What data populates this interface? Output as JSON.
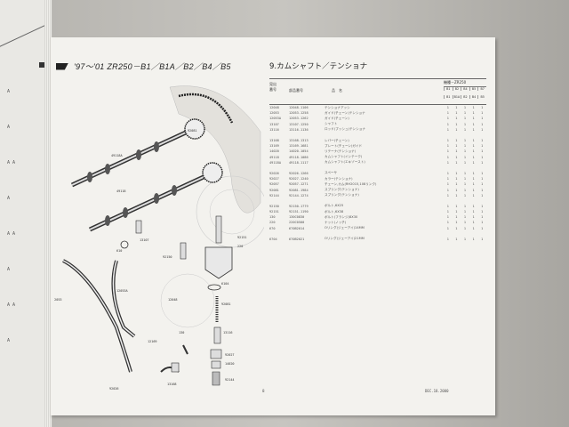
{
  "header": {
    "model_title": "'97～'01 ZR250－B1／B1A／B2／B4／B5",
    "section_title": "9.カムシャフト／テンショナ"
  },
  "table": {
    "headers": {
      "ref": "見出\n番号",
      "part_no": "部品番号",
      "name": "品　名",
      "model_group": "機種－ZR250",
      "codes": [
        "B1",
        "B2",
        "B4",
        "B5",
        "B7"
      ],
      "subcodes": [
        "B1",
        "B1A",
        "B2",
        "B4",
        "B5"
      ]
    },
    "groups": [
      [
        {
          "ref": "12048",
          "pno": "12048-1106",
          "desc": "テンショナアッシ",
          "qty": [
            "1",
            "1",
            "1",
            "1",
            "1"
          ]
        },
        {
          "ref": "12053",
          "pno": "12053-1258",
          "desc": "ガイド(チェーン)テンショナ",
          "qty": [
            "1",
            "1",
            "1",
            "1",
            "1"
          ]
        },
        {
          "ref": "12053A",
          "pno": "12053-1262",
          "desc": "ガイド(チェーン)",
          "qty": [
            "1",
            "1",
            "1",
            "1",
            "1"
          ]
        },
        {
          "ref": "13107",
          "pno": "13107-1250",
          "desc": "シャフト",
          "qty": [
            "1",
            "1",
            "1",
            "1",
            "1"
          ]
        },
        {
          "ref": "13116",
          "pno": "13116-1136",
          "desc": "ロッド(プッシュ)テンショナ",
          "qty": [
            "1",
            "1",
            "1",
            "1",
            "1"
          ]
        }
      ],
      [
        {
          "ref": "13168",
          "pno": "13168-1313",
          "desc": "レバー(チェーン)",
          "qty": [
            "1",
            "1",
            "1",
            "1",
            "1"
          ]
        },
        {
          "ref": "13169",
          "pno": "13169-1681",
          "desc": "プレート(チェーン)ガイド",
          "qty": [
            "1",
            "1",
            "1",
            "1",
            "1"
          ]
        },
        {
          "ref": "14020",
          "pno": "14020-1054",
          "desc": "リテーナ(テンショナ)",
          "qty": [
            "1",
            "1",
            "1",
            "1",
            "1"
          ]
        },
        {
          "ref": "49118",
          "pno": "49118-1086",
          "desc": "カムシャフト(インテーク)",
          "qty": [
            "1",
            "1",
            "1",
            "1",
            "1"
          ]
        },
        {
          "ref": "49118A",
          "pno": "49118-1117",
          "desc": "カムシャフト(エキゾースト)",
          "qty": [
            "1",
            "1",
            "1",
            "1",
            "1"
          ]
        }
      ],
      [
        {
          "ref": "92026",
          "pno": "92026-1266",
          "desc": "スペーサ",
          "qty": [
            "1",
            "1",
            "1",
            "1",
            "1"
          ]
        },
        {
          "ref": "92027",
          "pno": "92027-1240",
          "desc": "カラー(テンショナ)",
          "qty": [
            "1",
            "1",
            "1",
            "1",
            "1"
          ]
        },
        {
          "ref": "92057",
          "pno": "92057-1271",
          "desc": "チェーン,カム(RH2015,108リンク)",
          "qty": [
            "1",
            "1",
            "1",
            "1",
            "1"
          ]
        },
        {
          "ref": "92081",
          "pno": "92081-1984",
          "desc": "スプリング(テンショナ)",
          "qty": [
            "1",
            "1",
            "1",
            "1",
            "1"
          ]
        },
        {
          "ref": "92144",
          "pno": "92144-1274",
          "desc": "スプリング(テンショナ)",
          "qty": [
            "1",
            "1",
            "1",
            "1",
            "1"
          ]
        }
      ],
      [
        {
          "ref": "92150",
          "pno": "92150-1779",
          "desc": "ボルト,6X25",
          "qty": [
            "1",
            "1",
            "1",
            "1",
            "1"
          ]
        },
        {
          "ref": "92151",
          "pno": "92151-1190",
          "desc": "ボルト,6X38",
          "qty": [
            "1",
            "1",
            "1",
            "1",
            "1"
          ]
        },
        {
          "ref": "130",
          "pno": "130C0830",
          "desc": "ボルト(フランジ)8X30",
          "qty": [
            "1",
            "1",
            "1",
            "1",
            "1"
          ]
        },
        {
          "ref": "220",
          "pno": "220C0500",
          "desc": "ナット(ノッチ)",
          "qty": [
            "1",
            "1",
            "1",
            "1",
            "1"
          ]
        },
        {
          "ref": "670",
          "pno": "670B2014",
          "desc": "Oリング(ジェーアイ)14MM",
          "qty": [
            "1",
            "1",
            "1",
            "1",
            "1"
          ]
        }
      ],
      [
        {
          "ref": "6704",
          "pno": "670B2021",
          "desc": "Oリング(ジェーアイ)21MM",
          "qty": [
            "1",
            "1",
            "1",
            "1",
            "1"
          ]
        }
      ]
    ]
  },
  "diagram": {
    "labels": [
      "92081",
      "49118",
      "49118A",
      "13107",
      "610",
      "12053A",
      "12053",
      "92150",
      "92151",
      "12048",
      "6104",
      "92081",
      "13116",
      "92027",
      "14020",
      "92144",
      "130",
      "12169",
      "13168",
      "92026",
      "220"
    ]
  },
  "footer": {
    "page": "8",
    "date": "DEC.18.2000"
  }
}
